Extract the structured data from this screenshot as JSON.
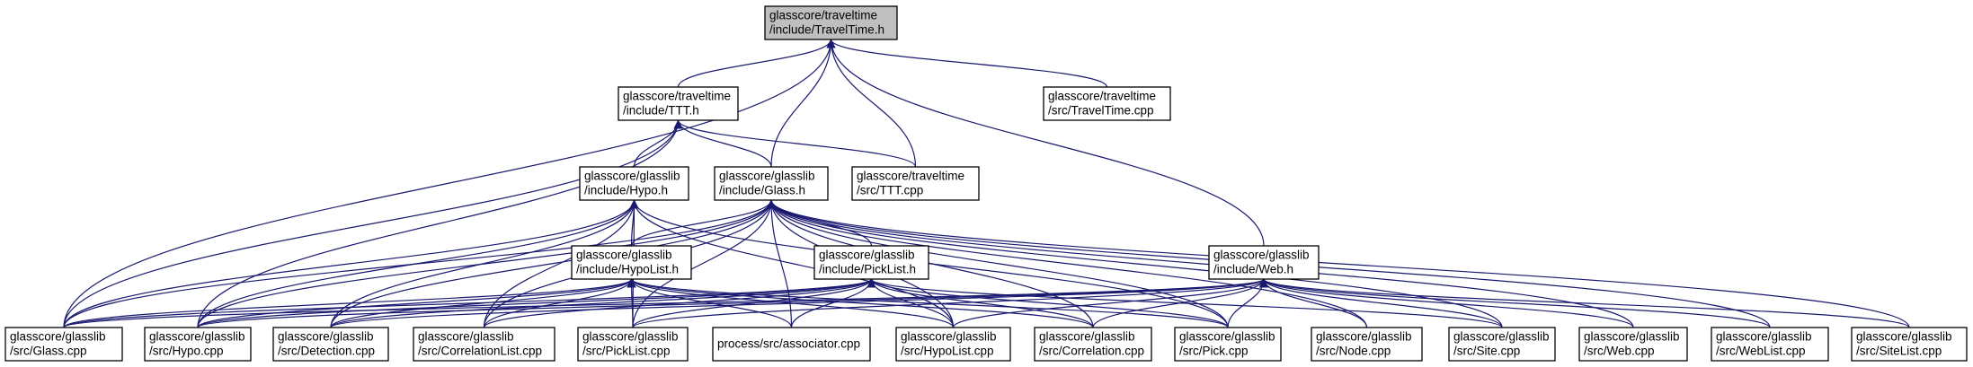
{
  "graph": {
    "nodes": [
      {
        "id": "root",
        "lines": [
          "glasscore/traveltime",
          "/include/TravelTime.h"
        ],
        "current": true
      },
      {
        "id": "ttt_h",
        "lines": [
          "glasscore/traveltime",
          "/include/TTT.h"
        ]
      },
      {
        "id": "traveltime_cpp",
        "lines": [
          "glasscore/traveltime",
          "/src/TravelTime.cpp"
        ]
      },
      {
        "id": "hypo_h",
        "lines": [
          "glasscore/glasslib",
          "/include/Hypo.h"
        ]
      },
      {
        "id": "glass_h",
        "lines": [
          "glasscore/glasslib",
          "/include/Glass.h"
        ]
      },
      {
        "id": "ttt_cpp",
        "lines": [
          "glasscore/traveltime",
          "/src/TTT.cpp"
        ]
      },
      {
        "id": "hypolist_h",
        "lines": [
          "glasscore/glasslib",
          "/include/HypoList.h"
        ]
      },
      {
        "id": "picklist_h",
        "lines": [
          "glasscore/glasslib",
          "/include/PickList.h"
        ]
      },
      {
        "id": "web_h",
        "lines": [
          "glasscore/glasslib",
          "/include/Web.h"
        ]
      },
      {
        "id": "glass_cpp",
        "lines": [
          "glasscore/glasslib",
          "/src/Glass.cpp"
        ]
      },
      {
        "id": "hypo_cpp",
        "lines": [
          "glasscore/glasslib",
          "/src/Hypo.cpp"
        ]
      },
      {
        "id": "detection_cpp",
        "lines": [
          "glasscore/glasslib",
          "/src/Detection.cpp"
        ]
      },
      {
        "id": "correlationlist_cpp",
        "lines": [
          "glasscore/glasslib",
          "/src/CorrelationList.cpp"
        ]
      },
      {
        "id": "picklist_cpp",
        "lines": [
          "glasscore/glasslib",
          "/src/PickList.cpp"
        ]
      },
      {
        "id": "associator_cpp",
        "lines": [
          "process/src/associator.cpp"
        ]
      },
      {
        "id": "hypolist_cpp",
        "lines": [
          "glasscore/glasslib",
          "/src/HypoList.cpp"
        ]
      },
      {
        "id": "correlation_cpp",
        "lines": [
          "glasscore/glasslib",
          "/src/Correlation.cpp"
        ]
      },
      {
        "id": "pick_cpp",
        "lines": [
          "glasscore/glasslib",
          "/src/Pick.cpp"
        ]
      },
      {
        "id": "node_cpp",
        "lines": [
          "glasscore/glasslib",
          "/src/Node.cpp"
        ]
      },
      {
        "id": "site_cpp",
        "lines": [
          "glasscore/glasslib",
          "/src/Site.cpp"
        ]
      },
      {
        "id": "web_cpp",
        "lines": [
          "glasscore/glasslib",
          "/src/Web.cpp"
        ]
      },
      {
        "id": "weblist_cpp",
        "lines": [
          "glasscore/glasslib",
          "/src/WebList.cpp"
        ]
      },
      {
        "id": "sitelist_cpp",
        "lines": [
          "glasscore/glasslib",
          "/src/SiteList.cpp"
        ]
      }
    ],
    "edges": [
      [
        "ttt_h",
        "root"
      ],
      [
        "traveltime_cpp",
        "root"
      ],
      [
        "glass_h",
        "root"
      ],
      [
        "ttt_cpp",
        "root"
      ],
      [
        "web_h",
        "root"
      ],
      [
        "glass_cpp",
        "root"
      ],
      [
        "hypo_h",
        "ttt_h"
      ],
      [
        "glass_h",
        "ttt_h"
      ],
      [
        "ttt_cpp",
        "ttt_h"
      ],
      [
        "glass_cpp",
        "ttt_h"
      ],
      [
        "hypo_cpp",
        "ttt_h"
      ],
      [
        "hypolist_h",
        "hypo_h"
      ],
      [
        "glass_cpp",
        "hypo_h"
      ],
      [
        "hypo_cpp",
        "hypo_h"
      ],
      [
        "detection_cpp",
        "hypo_h"
      ],
      [
        "correlationlist_cpp",
        "hypo_h"
      ],
      [
        "picklist_cpp",
        "hypo_h"
      ],
      [
        "hypolist_cpp",
        "hypo_h"
      ],
      [
        "pick_cpp",
        "hypo_h"
      ],
      [
        "hypolist_h",
        "glass_h"
      ],
      [
        "picklist_h",
        "glass_h"
      ],
      [
        "glass_cpp",
        "glass_h"
      ],
      [
        "hypo_cpp",
        "glass_h"
      ],
      [
        "detection_cpp",
        "glass_h"
      ],
      [
        "correlationlist_cpp",
        "glass_h"
      ],
      [
        "picklist_cpp",
        "glass_h"
      ],
      [
        "associator_cpp",
        "glass_h"
      ],
      [
        "hypolist_cpp",
        "glass_h"
      ],
      [
        "correlation_cpp",
        "glass_h"
      ],
      [
        "pick_cpp",
        "glass_h"
      ],
      [
        "node_cpp",
        "glass_h"
      ],
      [
        "site_cpp",
        "glass_h"
      ],
      [
        "web_cpp",
        "glass_h"
      ],
      [
        "weblist_cpp",
        "glass_h"
      ],
      [
        "sitelist_cpp",
        "glass_h"
      ],
      [
        "glass_cpp",
        "hypolist_h"
      ],
      [
        "hypo_cpp",
        "hypolist_h"
      ],
      [
        "detection_cpp",
        "hypolist_h"
      ],
      [
        "correlationlist_cpp",
        "hypolist_h"
      ],
      [
        "picklist_cpp",
        "hypolist_h"
      ],
      [
        "associator_cpp",
        "hypolist_h"
      ],
      [
        "hypolist_cpp",
        "hypolist_h"
      ],
      [
        "correlation_cpp",
        "hypolist_h"
      ],
      [
        "pick_cpp",
        "hypolist_h"
      ],
      [
        "glass_cpp",
        "picklist_h"
      ],
      [
        "hypo_cpp",
        "picklist_h"
      ],
      [
        "detection_cpp",
        "picklist_h"
      ],
      [
        "correlationlist_cpp",
        "picklist_h"
      ],
      [
        "picklist_cpp",
        "picklist_h"
      ],
      [
        "associator_cpp",
        "picklist_h"
      ],
      [
        "hypolist_cpp",
        "picklist_h"
      ],
      [
        "correlation_cpp",
        "picklist_h"
      ],
      [
        "pick_cpp",
        "picklist_h"
      ],
      [
        "site_cpp",
        "picklist_h"
      ],
      [
        "glass_cpp",
        "web_h"
      ],
      [
        "hypo_cpp",
        "web_h"
      ],
      [
        "detection_cpp",
        "web_h"
      ],
      [
        "picklist_cpp",
        "web_h"
      ],
      [
        "hypolist_cpp",
        "web_h"
      ],
      [
        "correlation_cpp",
        "web_h"
      ],
      [
        "pick_cpp",
        "web_h"
      ],
      [
        "node_cpp",
        "web_h"
      ],
      [
        "site_cpp",
        "web_h"
      ],
      [
        "web_cpp",
        "web_h"
      ],
      [
        "weblist_cpp",
        "web_h"
      ],
      [
        "sitelist_cpp",
        "web_h"
      ]
    ]
  },
  "colors": {
    "edge": "#191970",
    "node_fill": "#ffffff",
    "current_node_fill": "#bfbfbf",
    "border": "#000000"
  }
}
